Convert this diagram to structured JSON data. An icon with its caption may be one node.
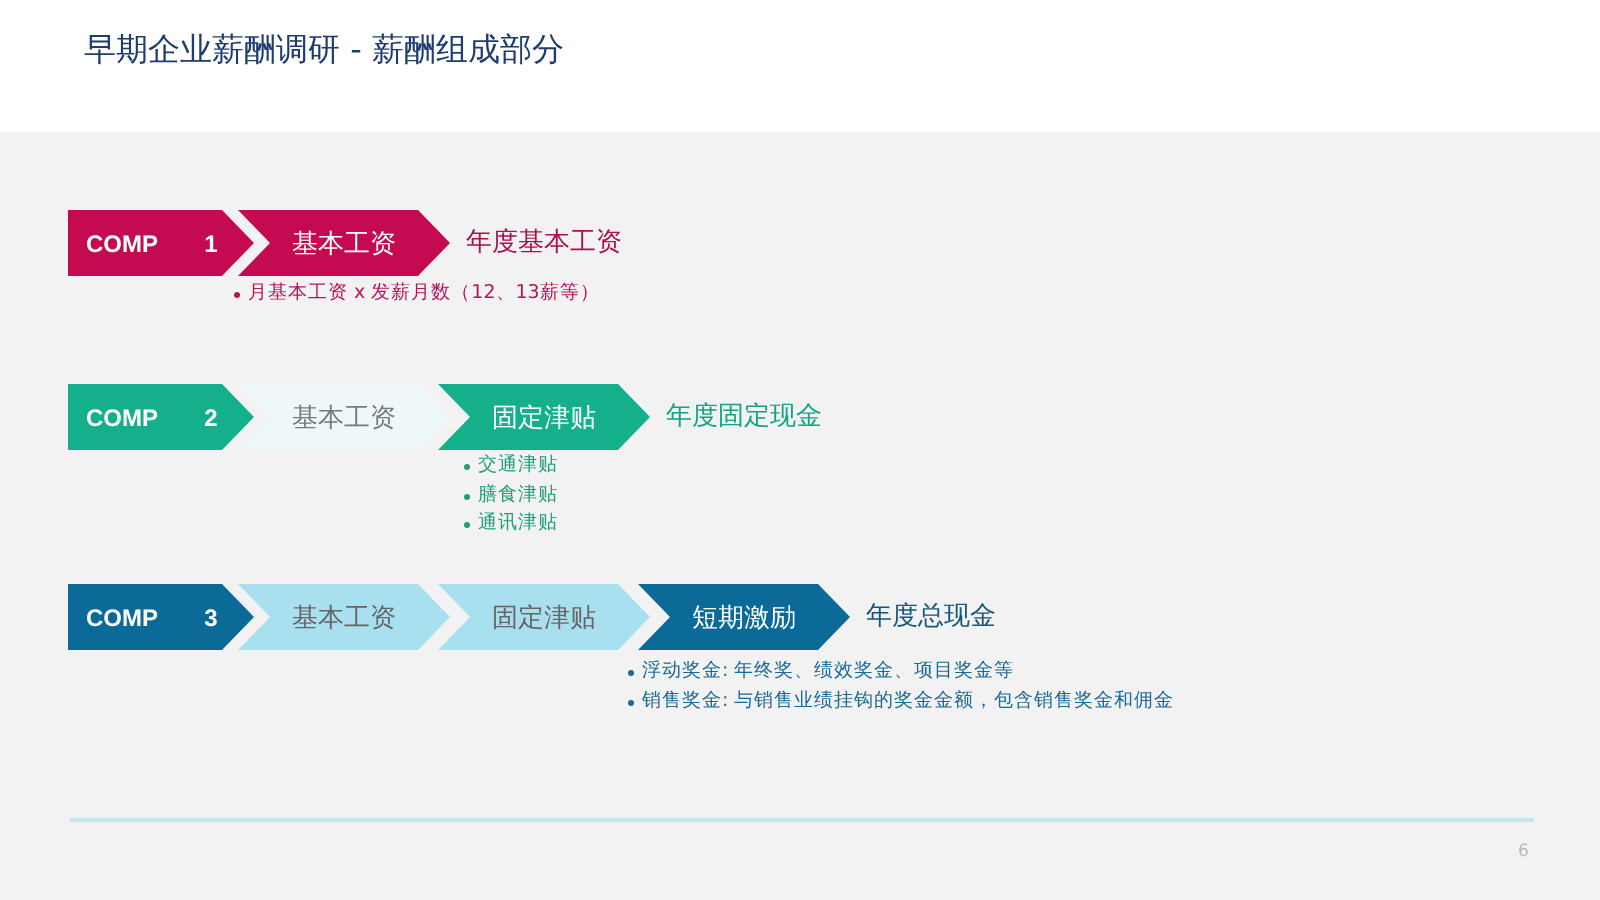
{
  "diagram": {
    "title": "早期企业薪酬调研 - 薪酬组成部分",
    "nodes": [
      {
        "text": [
          "COMP 1"
        ]
      },
      {
        "text": [
          "基本工资"
        ],
        "beside": [
          "年度基本工资",
          "月基本工资 x 发薪月数（12、13薪等）"
        ]
      },
      {
        "text": [
          "COMP 2"
        ]
      },
      {
        "text": [
          "基本工资"
        ]
      },
      {
        "text": [
          "固定津贴"
        ],
        "beside": [
          "年度固定现金",
          "交通津贴",
          "膳食津贴",
          "通讯津贴"
        ]
      },
      {
        "text": [
          "COMP 3"
        ]
      },
      {
        "text": [
          "基本工资"
        ]
      },
      {
        "text": [
          "固定津贴"
        ]
      },
      {
        "text": [
          "短期激励"
        ],
        "beside": [
          "年度总现金",
          "浮动奖金: 年终奖、绩效奖金、项目奖金等",
          "销售奖金: 与销售业绩挂钩的奖金金额，包含销售奖金和佣金"
        ]
      }
    ],
    "labels": [
      "6"
    ]
  }
}
